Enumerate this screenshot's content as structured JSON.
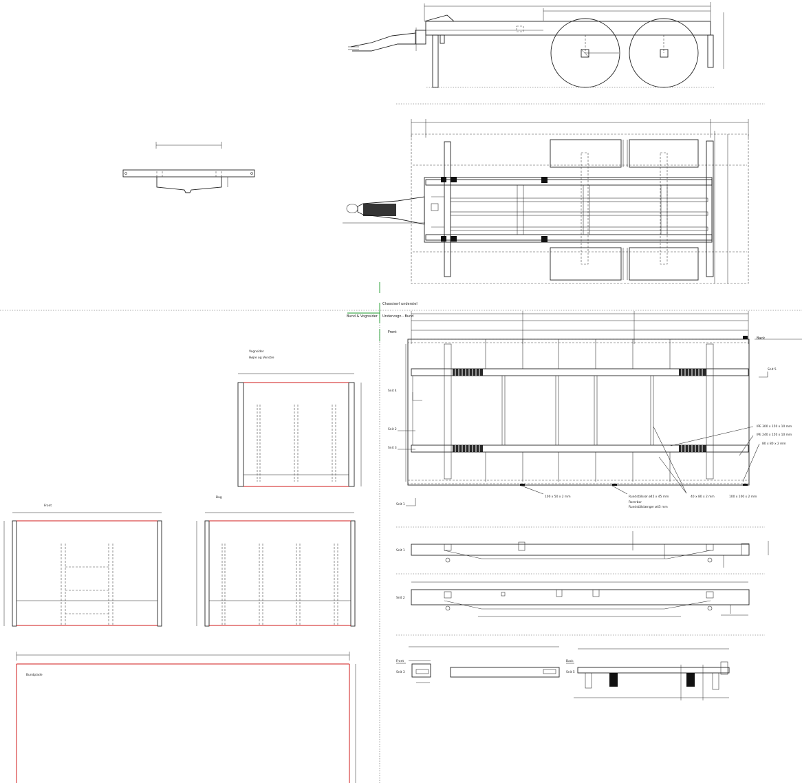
{
  "title_block": {
    "title": "Chassiserl understel",
    "left_label": "Bund & Vognsider",
    "right_label": "Undervogn - Bund"
  },
  "views": {
    "front_label": "Front",
    "back_label": "Back",
    "bag_label": "Bag",
    "vognsider_title": "Vognsider",
    "vognsider_subtitle": "Højre og Venstre",
    "bundplade_label": "Bundplade"
  },
  "sections": {
    "snit1": "Snit 1",
    "snit2": "Snit 2",
    "snit3": "Snit 3",
    "snit4": "Snit 4",
    "snit5": "Snit 5"
  },
  "annotations": {
    "ipe300": "IPE  300 x 150 x 10 mm",
    "ipe240": "IPE  240 x 150 x 10 mm",
    "box80": "80 x 80 x 2 mm",
    "box100_50": "100 x 50 x 2 mm",
    "rund1": "Rundstålsrør ø45 x 45 mm",
    "rund2": "Rorerbor",
    "rund3": "Rundstålslænger ø45 mm",
    "box40": "40 x 80 x 2 mm",
    "box100": "100 x 100 x 2 mm"
  }
}
